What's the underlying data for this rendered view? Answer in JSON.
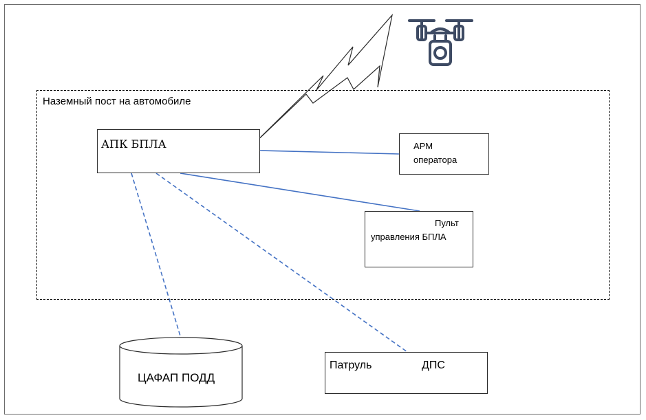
{
  "zone": {
    "label": "Наземный пост на автомобиле"
  },
  "apk": {
    "label": "АПК БПЛА"
  },
  "arm": {
    "line1": "АРМ",
    "line2": "оператора"
  },
  "pult": {
    "line1": "Пульт",
    "line2": "управления БПЛА"
  },
  "db": {
    "label": "ЦАФАП ПОДД"
  },
  "patrol": {
    "word1": "Патруль",
    "word2": "ДПС"
  },
  "colors": {
    "solid_link": "#4472c4",
    "dashed_link": "#4472c4",
    "drone": "#3d4a63",
    "stroke": "#2b2b2b"
  },
  "icons": {
    "drone": "drone-icon",
    "lightning": "lightning-bolt-icon"
  }
}
